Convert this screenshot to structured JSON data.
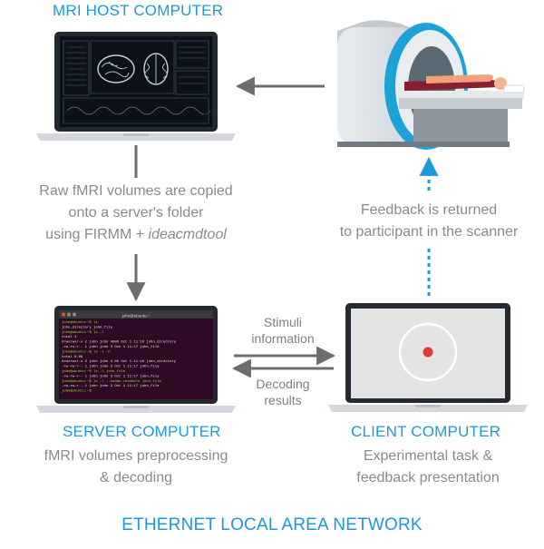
{
  "nodes": {
    "mri_host": {
      "title": "MRI HOST COMPUTER"
    },
    "server": {
      "title": "SERVER COMPUTER",
      "desc": [
        "fMRI volumes preprocessing",
        "& decoding"
      ]
    },
    "client": {
      "title": "CLIENT COMPUTER",
      "desc": [
        "Experimental task &",
        "feedback presentation"
      ]
    }
  },
  "edges": {
    "host_to_server": {
      "label_line1": "Raw fMRI volumes are copied",
      "label_line2": "onto a server's folder",
      "label_line3_prefix": "using FIRMM + ",
      "label_line3_tool": "ideacmdtool"
    },
    "client_to_scanner": {
      "label": [
        "Feedback is returned",
        "to participant in the scanner"
      ]
    },
    "server_to_client": {
      "label": [
        "Stimuli",
        "information"
      ]
    },
    "client_to_server": {
      "label": [
        "Decoding",
        "results"
      ]
    }
  },
  "terminal": {
    "window_title": "john@ubuntu:~",
    "lines": [
      "john@ubuntu:~$ ls",
      "john_directory  john_file",
      "john@ubuntu:~$ ls -l",
      "total 4",
      "drwxrwxr-x 2 john john 4096 Oct 1 11:18 john_directory",
      "-rw-rw-r-- 1 john john 3 Oct 1 11:17 john_file",
      "john@ubuntu:~$ ls -l -h",
      "total 8.0K",
      "drwxrwxr-x 2 john john 4.0K Oct 1 11:18 john_directory",
      "-rw-rw-r-- 1 john john 3 Oct 1 11:17 john_file",
      "john@ubuntu:~$ ls -l john_file",
      "-rw-rw-r-- 1 john john 3 Oct 1 11:17 john_file",
      "john@ubuntu:~$ ls -l --human-readable john_file",
      "-rw-rw-r-- 1 john john 3 Oct 1 11:17 john_file",
      "john@ubuntu:~$ "
    ]
  },
  "footer": {
    "network_label": "ETHERNET LOCAL AREA NETWORK"
  },
  "colors": {
    "accent_blue": "#1a9bd7",
    "arrow_gray": "#6d6d6d",
    "caption_gray": "#8a8a8a",
    "terminal_bg": "#300a24",
    "target_red": "#e03a3a"
  }
}
